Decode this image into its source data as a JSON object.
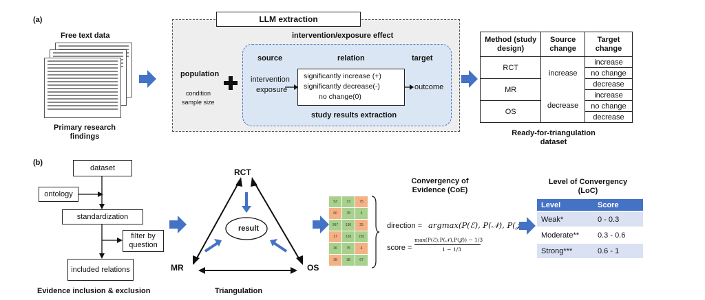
{
  "panel_a": {
    "label": "(a)",
    "free_text_title": "Free text data",
    "primary_findings": "Primary research findings",
    "llm_extraction": "LLM extraction",
    "intervention_effect": "intervention/exposure effect",
    "population": "population",
    "condition": "condition",
    "sample_size": "sample size",
    "source": "source",
    "relation": "relation",
    "target": "target",
    "intervention": "intervention",
    "exposure": "exposure",
    "rel_increase": "significantly increase (+)",
    "rel_decrease": "significantly decrease(-)",
    "rel_nochange": "no change(0)",
    "outcome": "outcome",
    "study_results": "study results extraction",
    "table": {
      "col_method": "Method (study design)",
      "col_source": "Source change",
      "col_target": "Target change",
      "rows": [
        "RCT",
        "MR",
        "OS"
      ],
      "source_vals": [
        "increase",
        "decrease"
      ],
      "target_vals": [
        "increase",
        "no change",
        "decrease",
        "increase",
        "no change",
        "decrease"
      ]
    },
    "ready_caption": "Ready-for-triangulation dataset"
  },
  "panel_b": {
    "label": "(b)",
    "flow": {
      "dataset": "dataset",
      "ontology": "ontology",
      "standardization": "standardization",
      "filter": "filter by question",
      "included": "included relations"
    },
    "inclusion_caption": "Evidence inclusion & exclusion",
    "triangle": {
      "rct": "RCT",
      "mr": "MR",
      "os": "OS",
      "result": "result",
      "caption": "Triangulation"
    },
    "coe": {
      "title": "Convergency of Evidence (CoE)",
      "direction_label": "direction =",
      "direction_formula": "argmax(P(ℰ), P(𝒩), P(𝒥))",
      "score_label": "score =",
      "score_numerator": "max(P(ℰ),P(𝒩),P(𝒥)) − 1/3",
      "score_denominator": "1 − 1/3",
      "grid": [
        [
          "93",
          "73",
          "75"
        ],
        [
          "60",
          "78",
          "6"
        ],
        [
          "967",
          "136",
          "25"
        ],
        [
          "17",
          "126",
          "220"
        ],
        [
          "36",
          "75",
          "4"
        ],
        [
          "28",
          "38",
          "67"
        ]
      ]
    },
    "loc": {
      "title": "Level of Convergency (LoC)",
      "col_level": "Level",
      "col_score": "Score",
      "rows": [
        {
          "level": "Weak*",
          "score": "0 - 0.3"
        },
        {
          "level": "Moderate**",
          "score": "0.3 - 0.6"
        },
        {
          "level": "Strong***",
          "score": "0.6 - 1"
        }
      ]
    }
  },
  "colors": {
    "arrow_blue": "#4472c4",
    "dashed_inner_bg": "#dbe6f4",
    "outer_bg": "#eeeeee",
    "cell_green": "#a9d18e",
    "cell_orange": "#f4b183",
    "table_header": "#4472c4"
  }
}
